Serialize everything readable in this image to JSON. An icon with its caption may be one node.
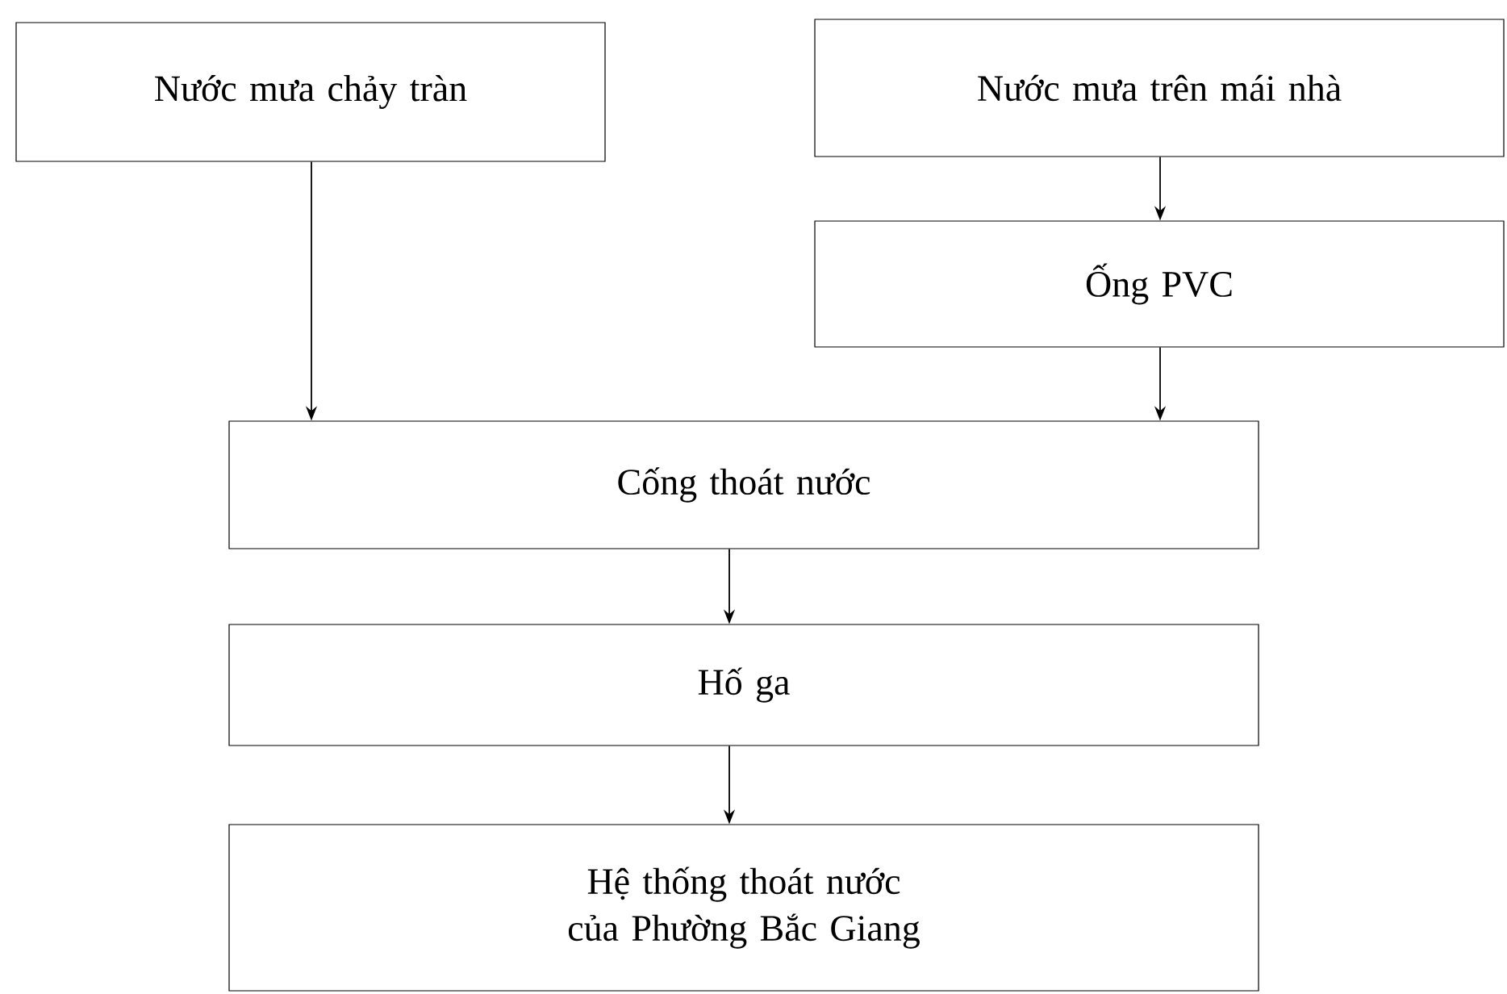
{
  "diagram": {
    "nodes": [
      {
        "text": [
          "Nước mưa chảy tràn"
        ]
      },
      {
        "text": [
          "Nước mưa trên mái nhà"
        ]
      },
      {
        "text": [
          "Ống PVC"
        ]
      },
      {
        "text": [
          "Cống thoát nước"
        ]
      },
      {
        "text": [
          "Hố ga"
        ]
      },
      {
        "text": [
          "Hệ thống thoát nước của Phường Bắc Giang"
        ]
      }
    ],
    "edges": [
      {
        "from": 0,
        "to": 3,
        "arrow": "to"
      },
      {
        "from": 1,
        "to": 2,
        "arrow": "to"
      },
      {
        "from": 2,
        "to": 3,
        "arrow": "to"
      },
      {
        "from": 3,
        "to": 4,
        "arrow": "to"
      },
      {
        "from": 4,
        "to": 5,
        "arrow": "to"
      }
    ]
  }
}
